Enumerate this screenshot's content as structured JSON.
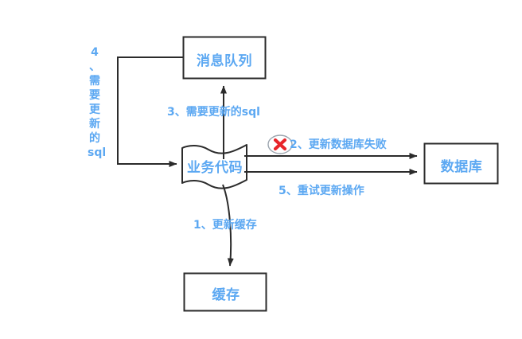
{
  "diagram": {
    "colors": {
      "stroke": "#2b2b2b",
      "label_blue": "#5CA8F2",
      "error_red": "#E8252A",
      "error_ring": "#9aa3ad",
      "background": "#ffffff"
    },
    "nodes": [
      {
        "id": "message-queue",
        "label": "消息队列",
        "shape": "rectangle"
      },
      {
        "id": "business-code",
        "label": "业务代码",
        "shape": "wave-document"
      },
      {
        "id": "database",
        "label": "数据库",
        "shape": "rectangle"
      },
      {
        "id": "cache",
        "label": "缓存",
        "shape": "rectangle"
      }
    ],
    "edges": [
      {
        "id": "edge-1-update-cache",
        "label": "1、更新缓存",
        "from": "business-code",
        "to": "cache"
      },
      {
        "id": "edge-2-update-db-failed",
        "label": "2、更新数据库失败",
        "from": "business-code",
        "to": "database",
        "status": "failed"
      },
      {
        "id": "edge-3-sql-to-mq",
        "label": "3、需要更新的sql",
        "from": "business-code",
        "to": "message-queue"
      },
      {
        "id": "edge-4-sql-from-mq",
        "label": "4、需要更新的sql",
        "from": "message-queue",
        "to": "business-code",
        "orientation": "vertical"
      },
      {
        "id": "edge-5-retry-update",
        "label": "5、重试更新操作",
        "from": "business-code",
        "to": "database"
      }
    ],
    "icons": [
      {
        "id": "error-x-icon",
        "name": "error-cross-icon",
        "glyph": "✕",
        "on_edge": "edge-2-update-db-failed"
      }
    ],
    "vertical_label_chars": [
      "4",
      "、",
      "需",
      "要",
      "更",
      "新",
      "的",
      "sql"
    ]
  }
}
